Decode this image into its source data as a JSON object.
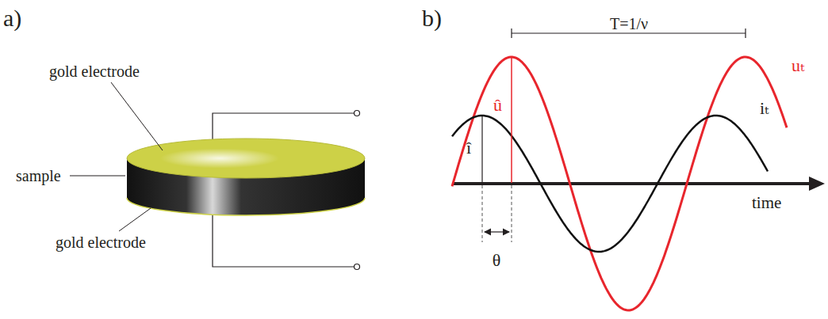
{
  "diagram": {
    "labels": [
      "a)",
      "gold electrode",
      "sample",
      "gold electrode",
      "b)",
      "T=1/ν",
      "û",
      "uₜ",
      "î",
      "iₜ",
      "θ",
      "time"
    ]
  }
}
